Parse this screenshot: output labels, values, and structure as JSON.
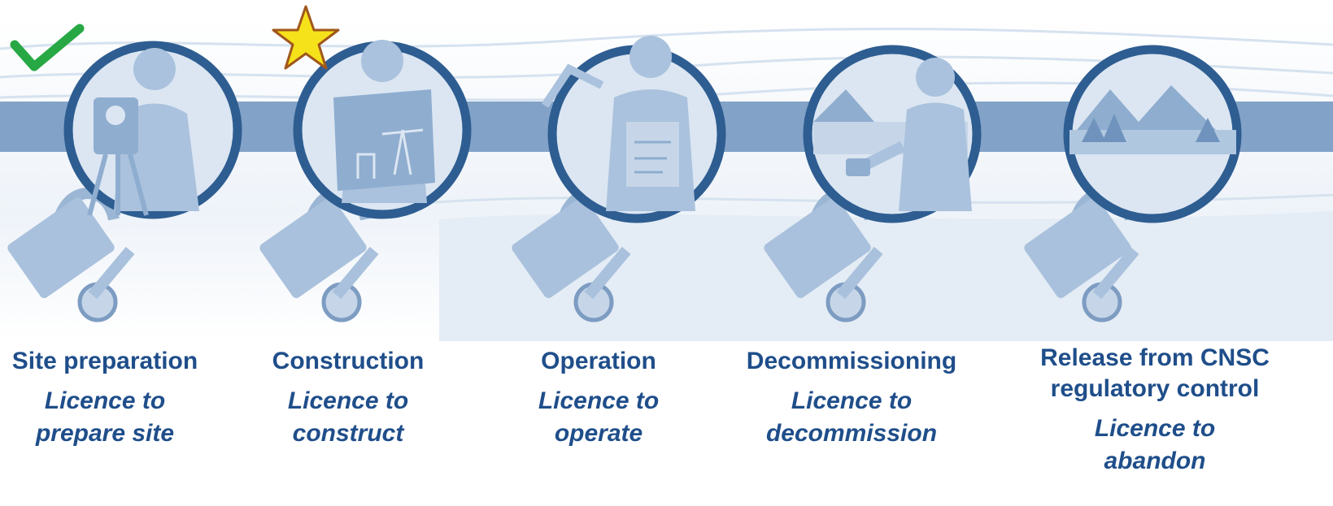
{
  "stages": [
    {
      "title": "Site preparation",
      "licence": "Licence to\nprepare site",
      "marker": "check-icon"
    },
    {
      "title": "Construction",
      "licence": "Licence to\nconstruct",
      "marker": "star-icon"
    },
    {
      "title": "Operation",
      "licence": "Licence to\noperate",
      "marker": ""
    },
    {
      "title": "Decommissioning",
      "licence": "Licence to\ndecommission",
      "marker": ""
    },
    {
      "title": "Release from CNSC\nregulatory control",
      "licence": "Licence to\nabandon",
      "marker": ""
    }
  ],
  "colors": {
    "text": "#1f4e8a",
    "ring": "#2e5d91",
    "band": "#6f93bd",
    "illustration": "#b9cde3",
    "check": "#27a844",
    "star": "#f6e21a",
    "star_outline": "#a0571c"
  }
}
